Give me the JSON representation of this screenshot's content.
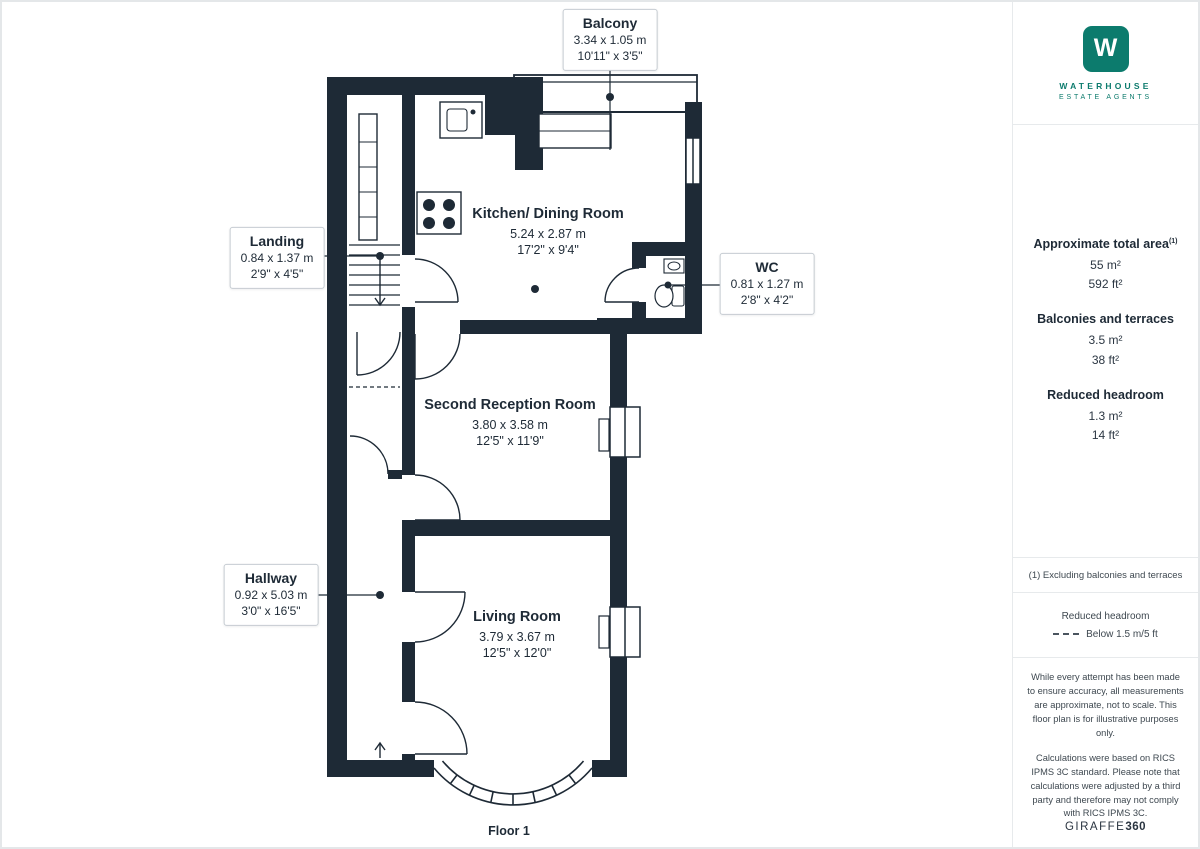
{
  "branding": {
    "logo_letter": "W",
    "brand_line1": "WATERHOUSE",
    "brand_line2": "ESTATE AGENTS",
    "watermark_normal": "GIRAFFE",
    "watermark_bold": "360"
  },
  "floor": {
    "label": "Floor 1"
  },
  "rooms": [
    {
      "name": "Kitchen/ Dining Room",
      "metric": "5.24 x 2.87 m",
      "imperial": "17'2\" x 9'4\""
    },
    {
      "name": "Second Reception Room",
      "metric": "3.80 x 3.58 m",
      "imperial": "12'5\" x 11'9\""
    },
    {
      "name": "Living Room",
      "metric": "3.79 x 3.67 m",
      "imperial": "12'5\" x 12'0\""
    }
  ],
  "callouts": [
    {
      "name": "Balcony",
      "metric": "3.34 x 1.05 m",
      "imperial": "10'11\" x 3'5\""
    },
    {
      "name": "Landing",
      "metric": "0.84 x 1.37 m",
      "imperial": "2'9\" x 4'5\""
    },
    {
      "name": "WC",
      "metric": "0.81 x 1.27 m",
      "imperial": "2'8\" x 4'2\""
    },
    {
      "name": "Hallway",
      "metric": "0.92 x 5.03 m",
      "imperial": "3'0\" x 16'5\""
    }
  ],
  "sidebar": {
    "stats": [
      {
        "label": "Approximate total area",
        "sup": "(1)",
        "values": [
          "55 m²",
          "592 ft²"
        ]
      },
      {
        "label": "Balconies and terraces",
        "values": [
          "3.5 m²",
          "38 ft²"
        ]
      },
      {
        "label": "Reduced headroom",
        "values": [
          "1.3 m²",
          "14 ft²"
        ]
      }
    ],
    "footnote": "(1) Excluding balconies and terraces",
    "legend": {
      "title": "Reduced headroom",
      "line_label": "Below 1.5 m/5 ft"
    },
    "disclaimer1": "While every attempt has been made to ensure accuracy, all measurements are approximate, not to scale. This floor plan is for illustrative purposes only.",
    "disclaimer2": "Calculations were based on RICS IPMS 3C standard. Please note that calculations were adjusted by a third party and therefore may not comply with RICS IPMS 3C."
  },
  "colors": {
    "wall": "#1e2a36",
    "accent": "#0c7b6d"
  }
}
